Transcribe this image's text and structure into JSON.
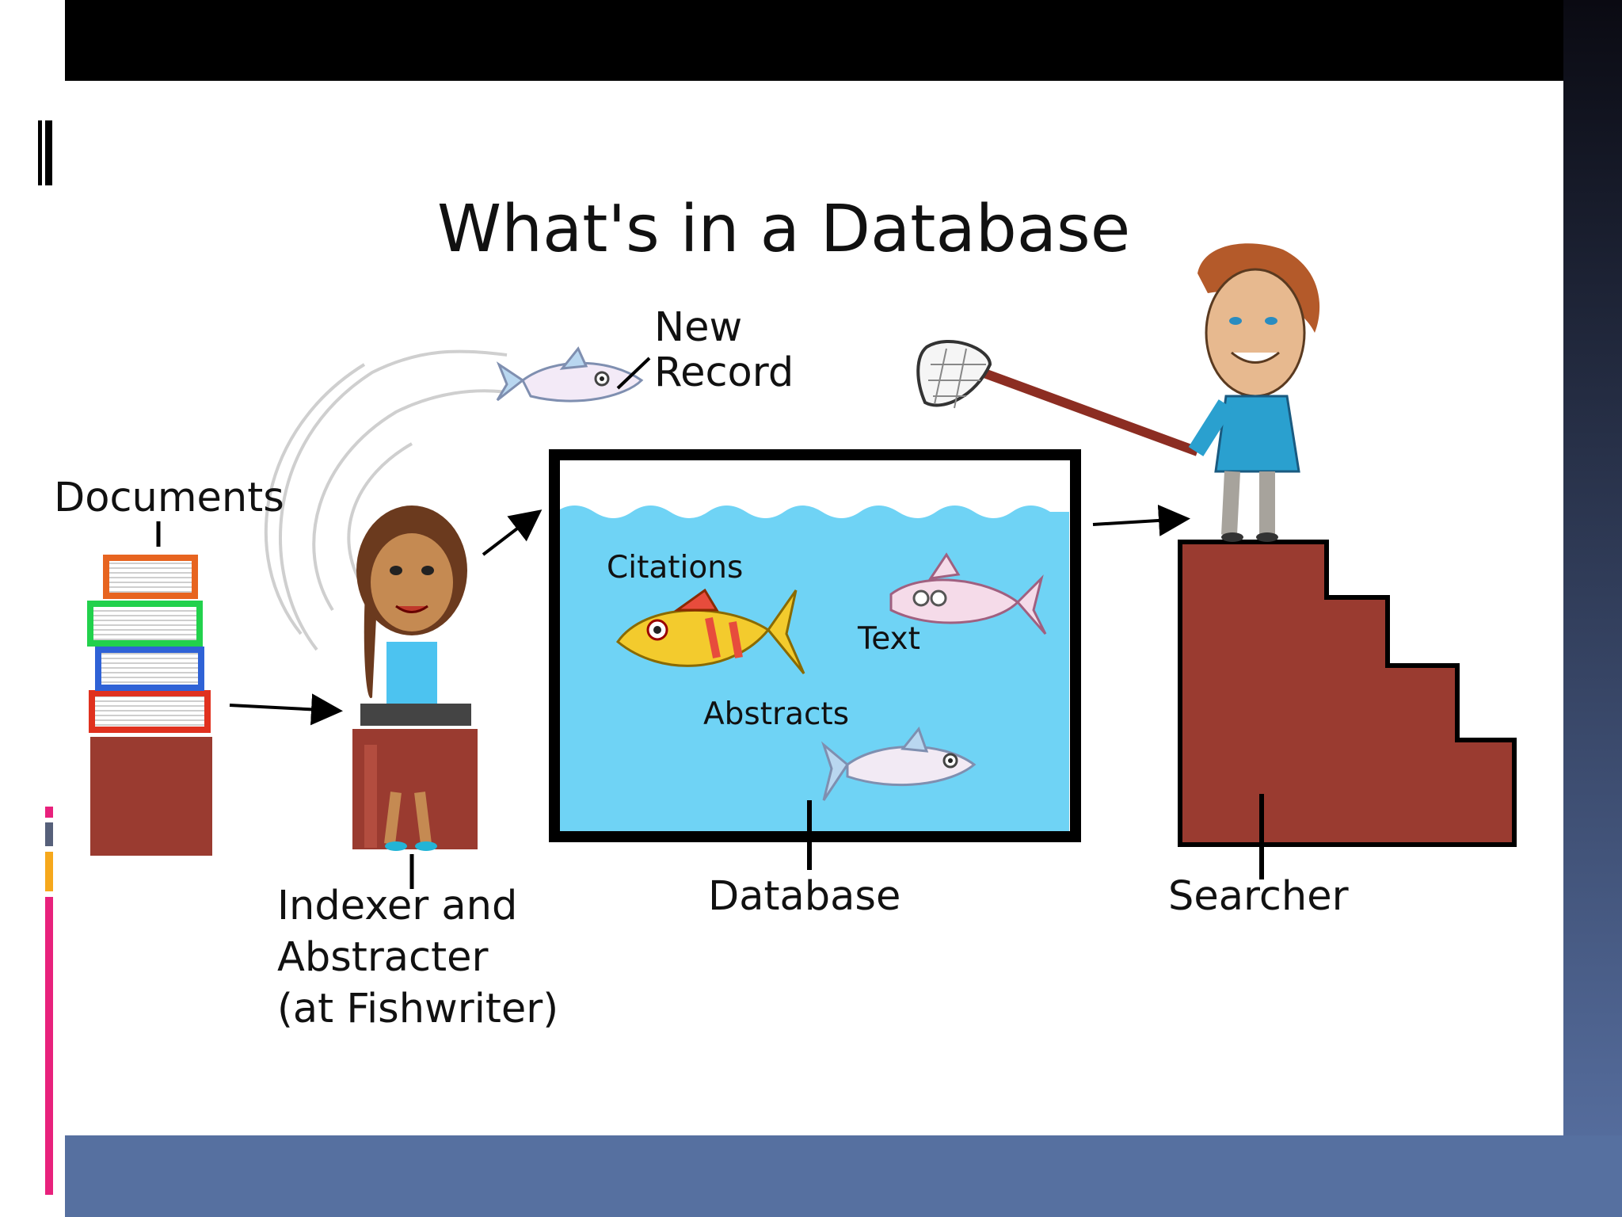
{
  "slide": {
    "title": "What's in a Database",
    "colors": {
      "frame": "#000000",
      "footer_band": "#5670a0",
      "gradient_top": "#0a0a12",
      "gradient_bottom": "#5a73a6",
      "water": "#6fd3f5",
      "brick": "#9a3b30",
      "accent_pink": "#e8217c",
      "accent_orange": "#f6a81c",
      "accent_slate": "#56607a"
    }
  },
  "diagram": {
    "labels": {
      "documents": "Documents",
      "new_record": "New\nRecord",
      "indexer": "Indexer and\nAbstracter\n(at Fishwriter)",
      "database": "Database",
      "searcher": "Searcher",
      "citations": "Citations",
      "text": "Text",
      "abstracts": "Abstracts"
    },
    "icons": [
      "book-stack-icon",
      "indexer-person-icon",
      "fish-icon",
      "net-icon",
      "searcher-person-icon",
      "staircase-icon",
      "arrow-icon"
    ]
  }
}
